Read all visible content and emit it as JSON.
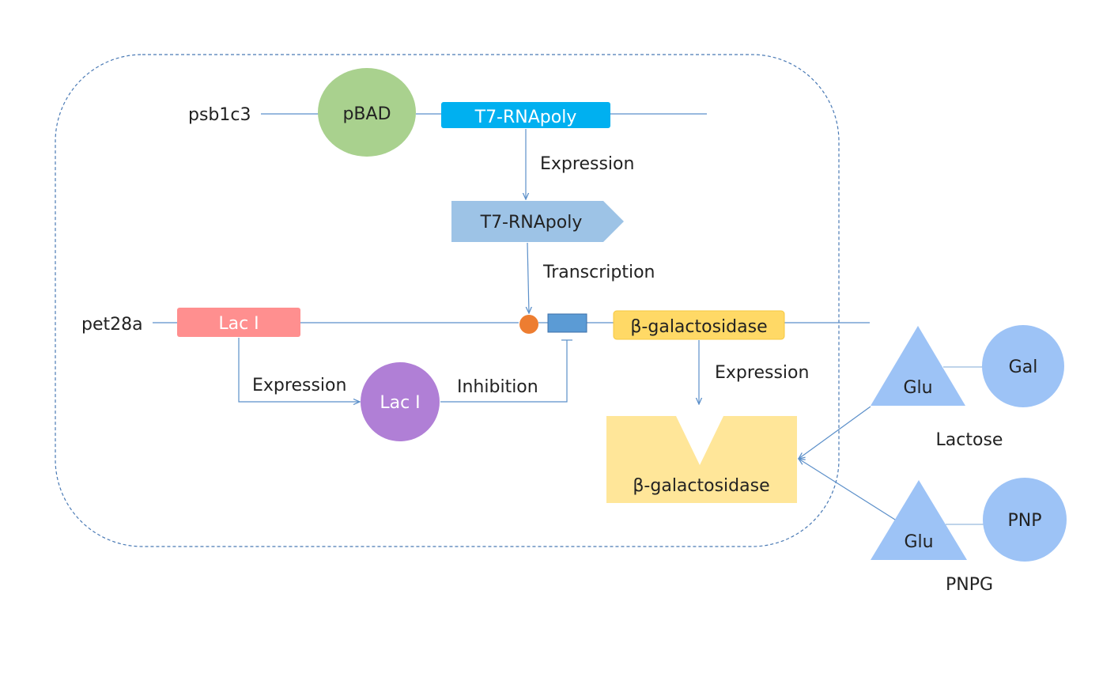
{
  "diagram": {
    "plasmid_1": {
      "label": "psb1c3",
      "promoter": "pBAD",
      "gene": "T7-RNApoly",
      "expression_label": "Expression",
      "product": "T7-RNApoly",
      "transcription_label": "Transcription"
    },
    "plasmid_2": {
      "label": "pet28a",
      "gene_repressor": "Lac I",
      "repressor_expression_label": "Expression",
      "repressor_protein": "Lac I",
      "inhibition_label": "Inhibition",
      "gene_enzyme": "β-galactosidase",
      "enzyme_expression_label": "Expression",
      "enzyme_protein": "β-galactosidase"
    },
    "substrates": {
      "lactose": {
        "label": "Lactose",
        "part_a": "Glu",
        "part_b": "Gal"
      },
      "pnpg": {
        "label": "PNPG",
        "part_a": "Glu",
        "part_b": "PNP"
      }
    }
  },
  "colors": {
    "line": "#5b8fc9",
    "cell_border": "#4a7ab5",
    "promoter": "#a9d18e",
    "t7_gene": "#00b0f0",
    "t7_protein": "#9dc3e6",
    "laci_gene": "#ff8f8f",
    "laci_protein": "#b07fd6",
    "t7_promoter_dot": "#ed7d31",
    "operator": "#5b9bd5",
    "enzyme_gene": "#ffd966",
    "enzyme_protein": "#ffe699",
    "substrate": "#9dc3f6",
    "text_dark": "#222222",
    "text_light": "#ffffff"
  }
}
